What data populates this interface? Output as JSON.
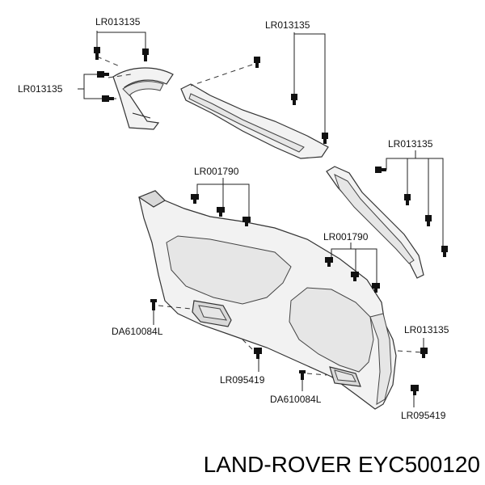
{
  "labels": {
    "top_left": "LR013135",
    "left": "LR013135",
    "top_center": "LR013135",
    "right_upper": "LR013135",
    "center_upper": "LR001790",
    "center_right": "LR001790",
    "lower_left": "DA610084L",
    "right_lower": "LR013135",
    "lower_center": "LR095419",
    "lower_center2": "DA610084L",
    "bottom_right": "LR095419"
  },
  "title": "LAND-ROVER EYC500120"
}
